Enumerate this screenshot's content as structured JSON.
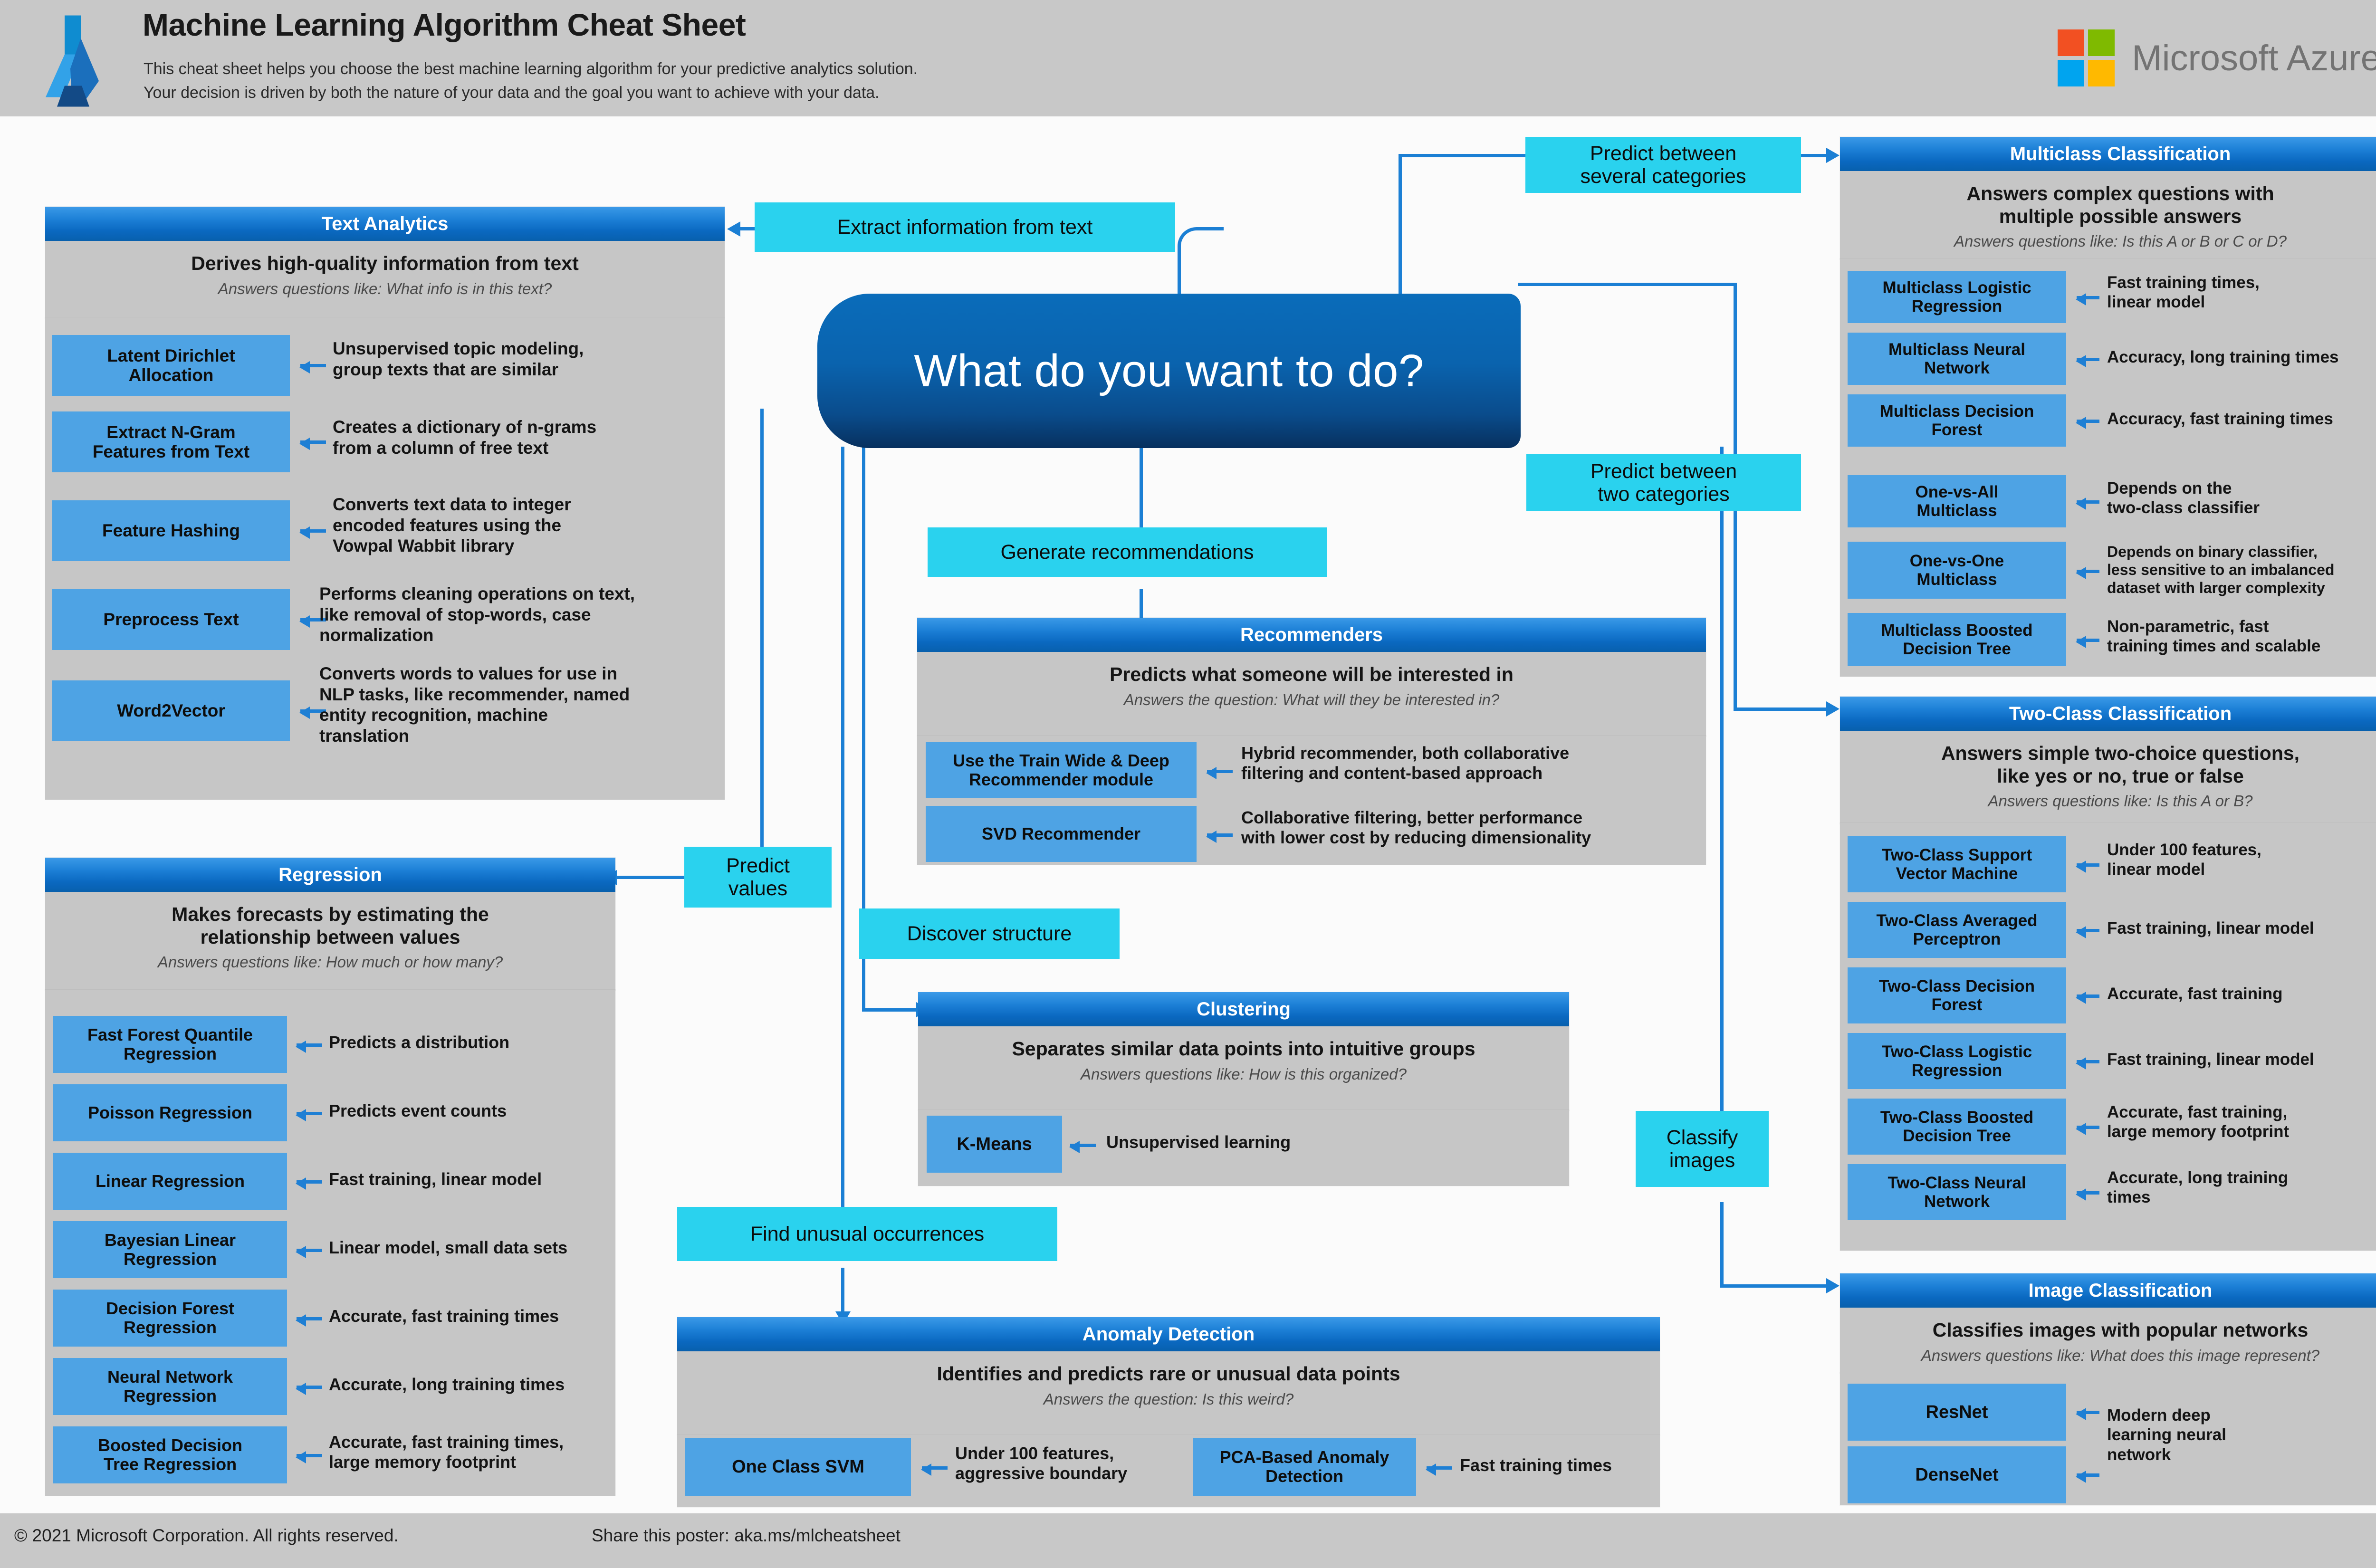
{
  "header": {
    "title": "Machine Learning Algorithm Cheat Sheet",
    "subtitle_line1": "This cheat sheet helps you choose the best machine learning algorithm for your predictive analytics solution.",
    "subtitle_line2": "Your decision is driven by both the nature of your data and the goal you want to achieve with your data.",
    "brand": "Microsoft Azure"
  },
  "footer": {
    "copyright": "© 2021 Microsoft Corporation. All rights reserved.",
    "share": "Share this poster: aka.ms/mlcheatsheet"
  },
  "center": {
    "question": "What do you want to do?"
  },
  "branch_labels": {
    "extract_text": "Extract information from text",
    "several_categories": "Predict between\nseveral categories",
    "two_categories": "Predict between\ntwo categories",
    "generate_recommendations": "Generate recommendations",
    "predict_values": "Predict\nvalues",
    "discover_structure": "Discover structure",
    "find_unusual": "Find unusual occurrences",
    "classify_images": "Classify\nimages"
  },
  "colors": {
    "panel_bg": "#c6c6c6",
    "panel_title_blue": "#0a68c0",
    "chip_blue": "#4ea3e4",
    "cyan_label": "#2ad2ee",
    "connector_blue": "#1b7fd4",
    "header_bg": "#c8c8c8",
    "center_node_blue": "#0a63ae",
    "ms_red": "#f25022",
    "ms_green": "#7fba00",
    "ms_blue": "#00a4ef",
    "ms_yellow": "#ffb900"
  },
  "panels": {
    "text_analytics": {
      "title": "Text Analytics",
      "headline": "Derives high-quality information from text",
      "question": "Answers questions like: What info is in this text?",
      "items": [
        {
          "name": "Latent Dirichlet\nAllocation",
          "note": "Unsupervised topic modeling,\ngroup texts that are similar"
        },
        {
          "name": "Extract N-Gram\nFeatures from Text",
          "note": "Creates a dictionary of n-grams\nfrom a column of free text"
        },
        {
          "name": "Feature Hashing",
          "note": "Converts text data to integer\nencoded features using the\nVowpal Wabbit library"
        },
        {
          "name": "Preprocess Text",
          "note": "Performs cleaning operations on text,\nlike removal of stop-words, case\nnormalization"
        },
        {
          "name": "Word2Vector",
          "note": "Converts words to values for use in\nNLP tasks, like recommender, named\nentity recognition, machine\ntranslation"
        }
      ]
    },
    "regression": {
      "title": "Regression",
      "headline": "Makes forecasts by estimating the\nrelationship between values",
      "question": "Answers questions like: How much or how many?",
      "items": [
        {
          "name": "Fast Forest Quantile\nRegression",
          "note": "Predicts a distribution"
        },
        {
          "name": "Poisson Regression",
          "note": "Predicts event counts"
        },
        {
          "name": "Linear Regression",
          "note": "Fast training, linear model"
        },
        {
          "name": "Bayesian Linear\nRegression",
          "note": "Linear model, small data sets"
        },
        {
          "name": "Decision Forest\nRegression",
          "note": "Accurate, fast training times"
        },
        {
          "name": "Neural Network\nRegression",
          "note": "Accurate, long training times"
        },
        {
          "name": "Boosted Decision\nTree Regression",
          "note": "Accurate, fast training times,\nlarge memory footprint"
        }
      ]
    },
    "recommenders": {
      "title": "Recommenders",
      "headline": "Predicts what someone will be interested in",
      "question": "Answers the question: What will they be interested in?",
      "items": [
        {
          "name": "Use the Train Wide & Deep\nRecommender module",
          "note": "Hybrid recommender, both collaborative\nfiltering and content-based approach"
        },
        {
          "name": "SVD Recommender",
          "note": "Collaborative filtering, better performance\nwith lower cost by reducing dimensionality"
        }
      ]
    },
    "clustering": {
      "title": "Clustering",
      "headline": "Separates similar data points into intuitive groups",
      "question": "Answers questions like: How is this organized?",
      "items": [
        {
          "name": "K-Means",
          "note": "Unsupervised learning"
        }
      ]
    },
    "anomaly_detection": {
      "title": "Anomaly Detection",
      "headline": "Identifies and predicts rare or unusual data points",
      "question": "Answers the question: Is this weird?",
      "items": [
        {
          "name": "One Class SVM",
          "note": "Under 100 features,\naggressive boundary"
        },
        {
          "name": "PCA-Based Anomaly\nDetection",
          "note": "Fast training times"
        }
      ]
    },
    "multiclass": {
      "title": "Multiclass Classification",
      "headline": "Answers complex questions with\nmultiple possible answers",
      "question": "Answers questions like: Is this A or B or C or D?",
      "items": [
        {
          "name": "Multiclass Logistic\nRegression",
          "note": "Fast training times,\nlinear model"
        },
        {
          "name": "Multiclass Neural\nNetwork",
          "note": "Accuracy, long training times"
        },
        {
          "name": "Multiclass Decision\nForest",
          "note": "Accuracy, fast training times"
        },
        {
          "name": "One-vs-All\nMulticlass",
          "note": "Depends on the\ntwo-class classifier"
        },
        {
          "name": "One-vs-One\nMulticlass",
          "note": "Depends on binary classifier,\nless sensitive to an imbalanced\ndataset with larger complexity"
        },
        {
          "name": "Multiclass Boosted\nDecision Tree",
          "note": "Non-parametric, fast\ntraining times and scalable"
        }
      ]
    },
    "two_class": {
      "title": "Two-Class Classification",
      "headline": "Answers simple two-choice questions,\nlike yes or no, true or false",
      "question": "Answers questions like: Is this A or B?",
      "items": [
        {
          "name": "Two-Class Support\nVector Machine",
          "note": "Under 100 features,\nlinear model"
        },
        {
          "name": "Two-Class Averaged\nPerceptron",
          "note": "Fast training, linear model"
        },
        {
          "name": "Two-Class Decision\nForest",
          "note": "Accurate, fast training"
        },
        {
          "name": "Two-Class Logistic\nRegression",
          "note": "Fast training, linear model"
        },
        {
          "name": "Two-Class Boosted\nDecision Tree",
          "note": "Accurate, fast training,\nlarge memory footprint"
        },
        {
          "name": "Two-Class Neural\nNetwork",
          "note": "Accurate, long training\ntimes"
        }
      ]
    },
    "image_classification": {
      "title": "Image Classification",
      "headline": "Classifies images with popular networks",
      "question": "Answers questions like: What does this image represent?",
      "items": [
        {
          "name": "ResNet",
          "note": "Modern deep\nlearning neural\nnetwork"
        },
        {
          "name": "DenseNet",
          "note": ""
        }
      ]
    }
  }
}
